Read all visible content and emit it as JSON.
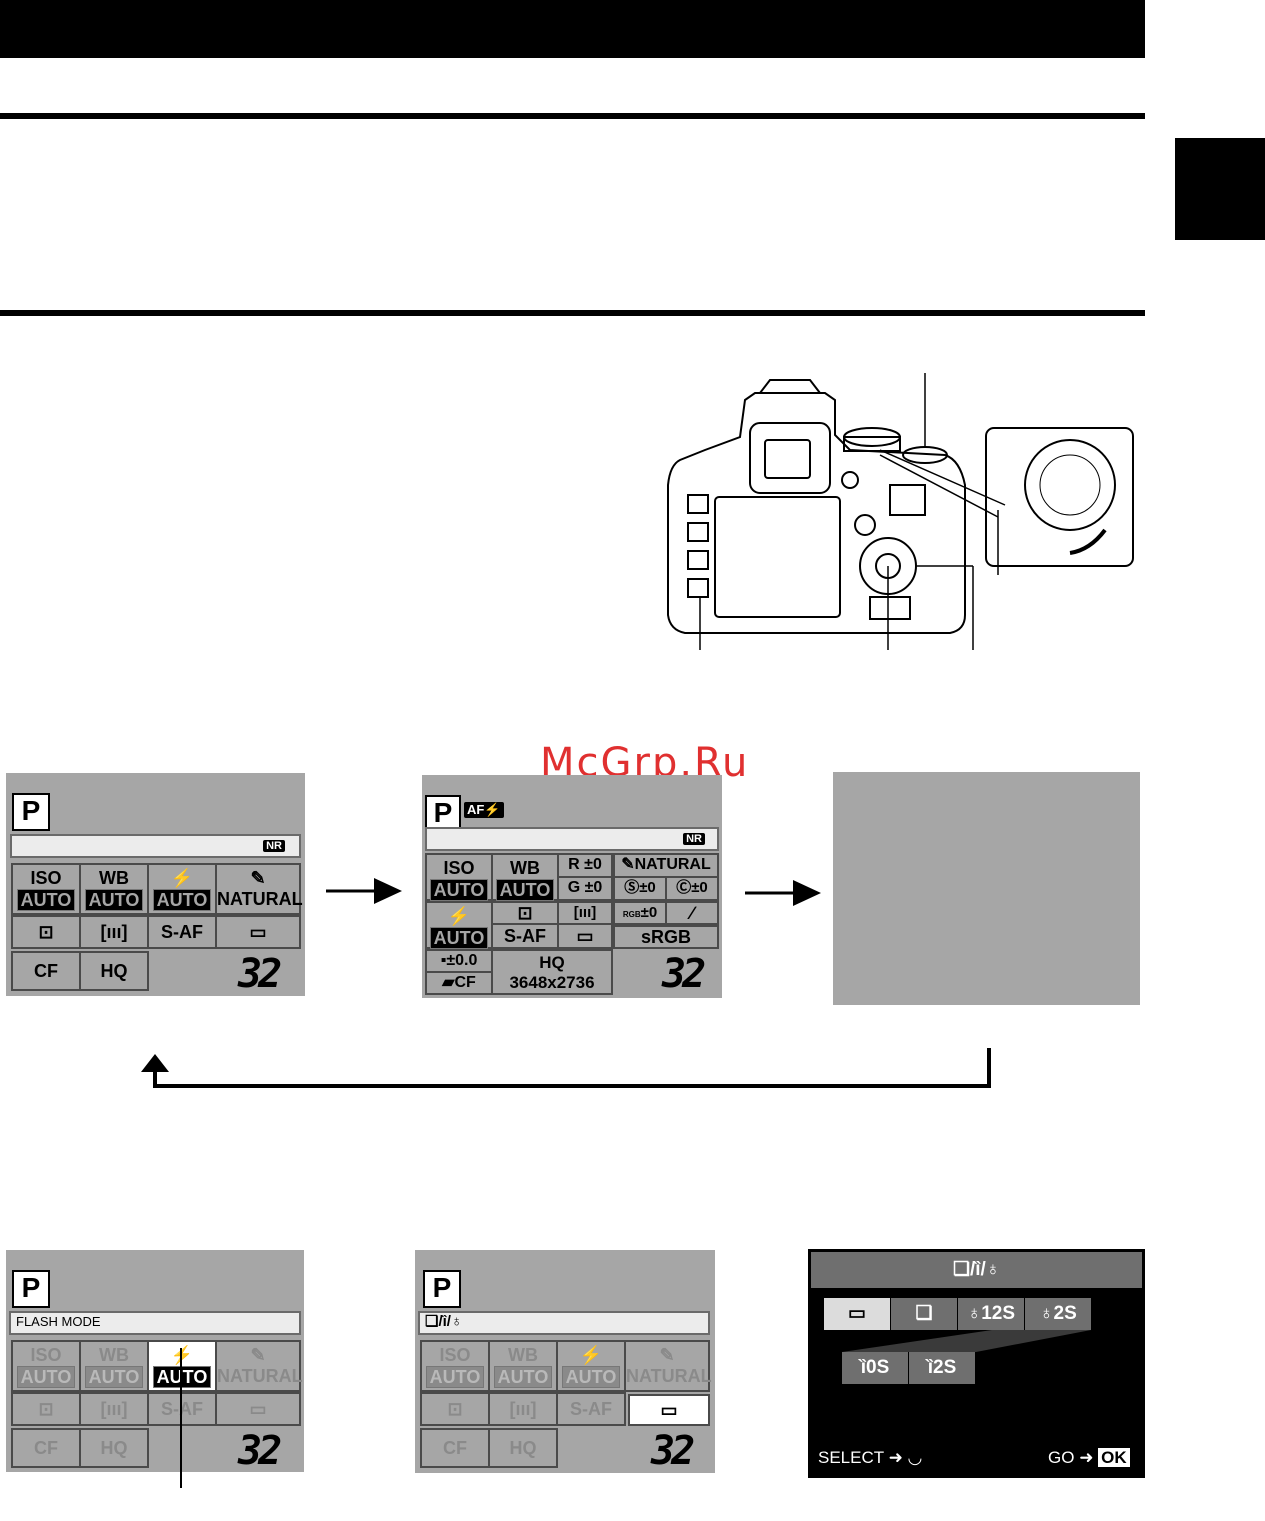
{
  "panel_common": {
    "mode": "P",
    "nr": "NR",
    "iso_label": "ISO",
    "wb_label": "WB",
    "auto": "AUTO",
    "natural": "NATURAL",
    "saf": "S-AF",
    "cf": "CF",
    "hq": "HQ",
    "remaining": "32"
  },
  "panel2": {
    "af_badge": "AF⚡",
    "r": "R ±0",
    "g": "G ±0",
    "s": "Ⓢ±0",
    "c": "Ⓒ±0",
    "rgb": "±0",
    "srgb": "sRGB",
    "ev": "±0.0",
    "hq_size": "3648x2736"
  },
  "panel4": {
    "label": "FLASH MODE"
  },
  "panel5": {
    "label": "❏/ȉ/♁"
  },
  "drive_menu": {
    "title": "❏/ȉ/♁",
    "tabs": [
      "",
      "",
      "♁12S",
      "♁2S"
    ],
    "remote": [
      "ȉ0S",
      "ȉ2S"
    ],
    "select": "SELECT",
    "go": "GO",
    "ok": "OK"
  },
  "watermark": "McGrp.Ru"
}
